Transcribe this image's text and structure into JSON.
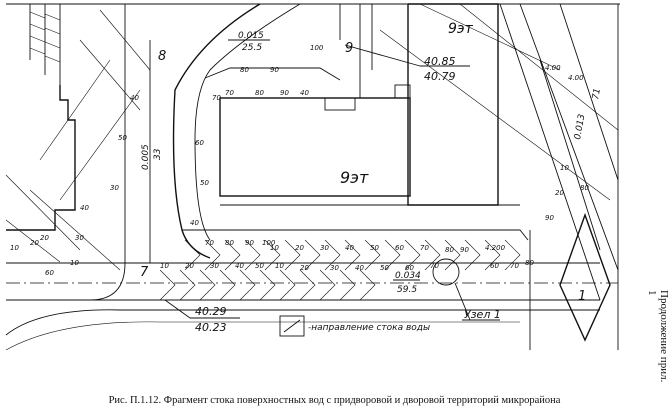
{
  "caption": "Рис. П.1.12. Фрагмент стока поверхностных вод с придворовой и дворовой территорий микрорайона",
  "side_label": "Продолжение прил. 1",
  "legend_text": "-направление стока воды",
  "node_label": "Узел 1",
  "buildings": [
    {
      "floors": "9эт"
    },
    {
      "floors": "9эт"
    }
  ],
  "points": [
    "8",
    "9",
    "7",
    "1"
  ],
  "grade_labels": [
    {
      "slope": "0.015",
      "length": "25.5"
    },
    {
      "slope": "0.005",
      "length": "33"
    },
    {
      "slope": "0.034",
      "length": "59.5"
    },
    {
      "slope": "0.013",
      "length": "71"
    }
  ],
  "elevations": [
    {
      "top": "40.85",
      "bottom": "40.79"
    },
    {
      "top": "40.29",
      "bottom": "40.23"
    }
  ],
  "contour_labels": [
    "10",
    "20",
    "30",
    "40",
    "50",
    "60",
    "70",
    "80",
    "90",
    "100",
    "40",
    "90",
    "80",
    "70",
    "60",
    "50",
    "40",
    "30",
    "20",
    "10",
    "70",
    "80",
    "90",
    "10",
    "20",
    "30",
    "40",
    "50",
    "60",
    "70",
    "80",
    "90",
    "10",
    "20",
    "30",
    "40",
    "50",
    "60",
    "70",
    "10",
    "20",
    "30",
    "40",
    "50",
    "60",
    "70",
    "80",
    "90",
    "20",
    "10",
    "80",
    "4.00",
    "4.00",
    "4.200",
    "40",
    "100"
  ]
}
